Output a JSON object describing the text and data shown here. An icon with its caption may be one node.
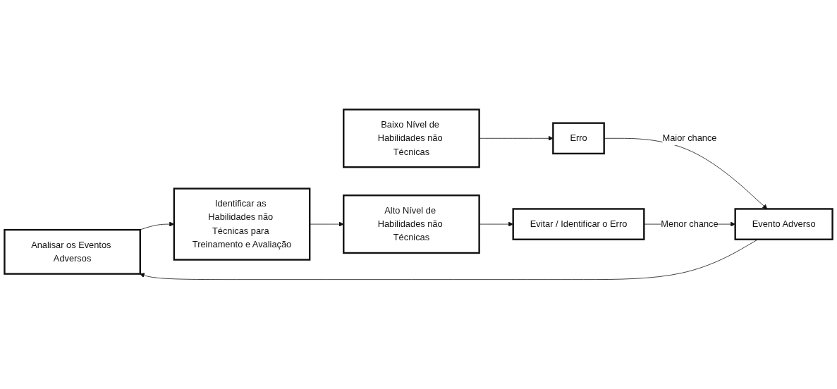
{
  "diagram": {
    "nodes": [
      {
        "text": [
          "Analisar os Eventos Adversos"
        ]
      },
      {
        "text": [
          "Baixo Nível de Habilidades não Técnicas"
        ]
      },
      {
        "text": [
          "Erro"
        ]
      },
      {
        "text": [
          "Identificar as Habilidades não Técnicas para Treinamento e Avaliação"
        ]
      },
      {
        "text": [
          "Alto Nível de Habilidades não Técnicas"
        ]
      },
      {
        "text": [
          "Evitar / Identificar o Erro"
        ]
      },
      {
        "text": [
          "Evento Adverso"
        ]
      }
    ],
    "edges": [
      {
        "from": 0,
        "to": 3,
        "arrow": "to"
      },
      {
        "from": 3,
        "to": 4,
        "arrow": "to"
      },
      {
        "from": 1,
        "to": 2,
        "arrow": "to"
      },
      {
        "from": 4,
        "to": 5,
        "arrow": "to"
      },
      {
        "from": 2,
        "to": 6,
        "arrow": "to",
        "label": "Maior chance"
      },
      {
        "from": 5,
        "to": 6,
        "arrow": "to",
        "label": "Menor chance"
      },
      {
        "from": 6,
        "to": 0,
        "arrow": "to"
      }
    ]
  }
}
